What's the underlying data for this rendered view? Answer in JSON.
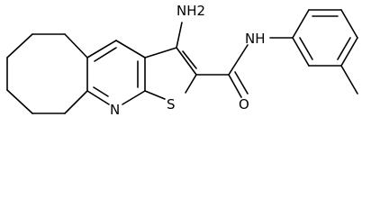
{
  "atoms": {
    "amine": "NH2",
    "amide_nh": "NH",
    "carbonyl_o": "O",
    "pyridine_n": "N",
    "thiophene_s": "S"
  },
  "colors": {
    "bond": "#000000",
    "label": "#000000",
    "background": "#ffffff"
  }
}
